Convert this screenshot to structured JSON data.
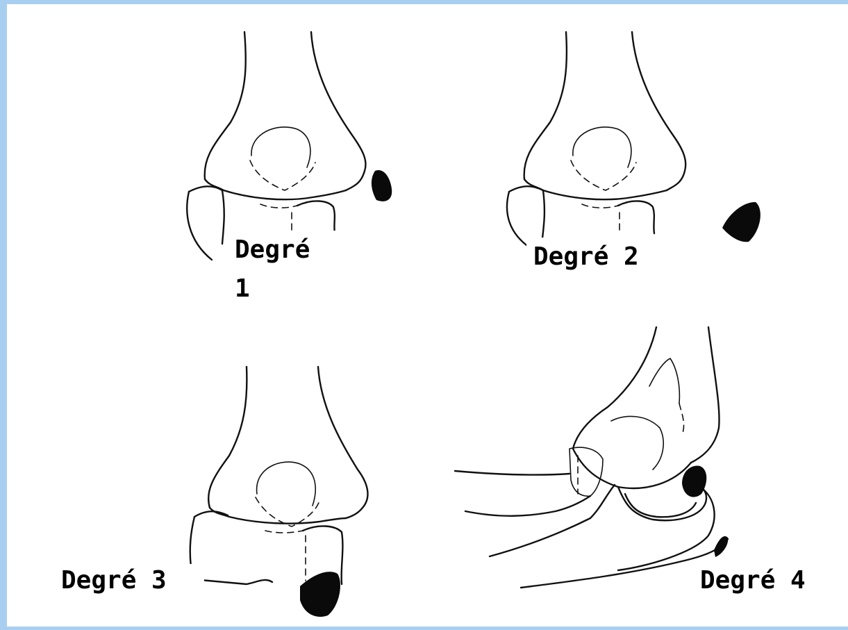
{
  "labels": {
    "grade1": "Degré 1",
    "grade2": "Degré 2",
    "grade3": "Degré 3",
    "grade4": "Degré 4"
  },
  "colors": {
    "frame": "#a9cff0",
    "ink": "#111111",
    "background": "#ffffff"
  }
}
